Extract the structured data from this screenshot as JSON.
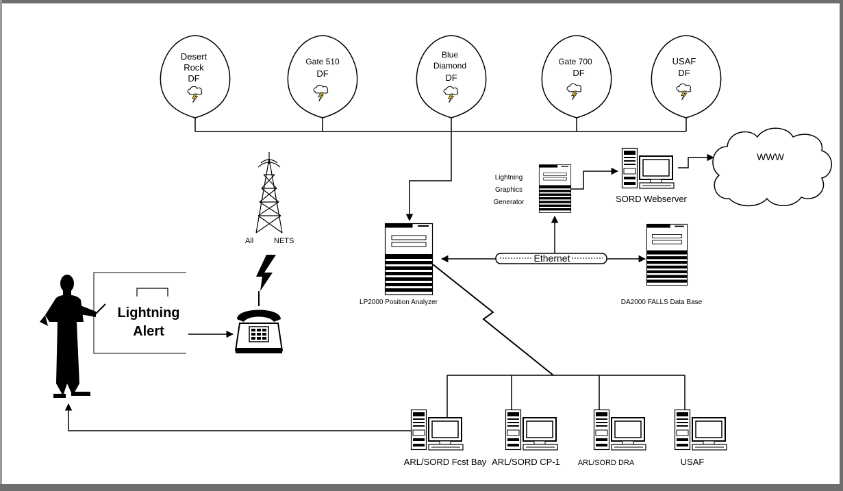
{
  "df_stations": [
    {
      "lines": [
        "Desert",
        "Rock",
        "DF"
      ]
    },
    {
      "lines": [
        "Gate 510",
        "DF"
      ]
    },
    {
      "lines": [
        "Blue",
        "Diamond",
        "DF"
      ]
    },
    {
      "lines": [
        "Gate 700",
        "DF"
      ]
    },
    {
      "lines": [
        "USAF",
        "DF"
      ]
    }
  ],
  "tower_label": {
    "left": "All",
    "right": "NETS"
  },
  "alert_sign": {
    "line1": "Lightning",
    "line2": "Alert"
  },
  "analyzer_label": "LP2000 Position Analyzer",
  "graphics_generator_lines": [
    "Lightning",
    "Graphics",
    "Generator"
  ],
  "webserver_label": "SORD Webserver",
  "cloud_label": "WWW",
  "ethernet_label": "Ethernet",
  "database_label": "DA2000 FALLS Data Base",
  "workstations": [
    {
      "label": "ARL/SORD Fcst Bay"
    },
    {
      "label": "ARL/SORD CP-1"
    },
    {
      "label": "ARL/SORD DRA"
    },
    {
      "label": "USAF"
    }
  ],
  "colors": {
    "line": "#000000",
    "frame": "#6e6e6e",
    "lightning_icon": "#d6c22a",
    "background": "#ffffff"
  },
  "icons": [
    "thunderstorm-icon",
    "antenna-tower-icon",
    "telephone-icon",
    "person-silhouette-icon",
    "server-icon",
    "workstation-icon",
    "cloud-icon",
    "lightning-bolt-icon"
  ]
}
